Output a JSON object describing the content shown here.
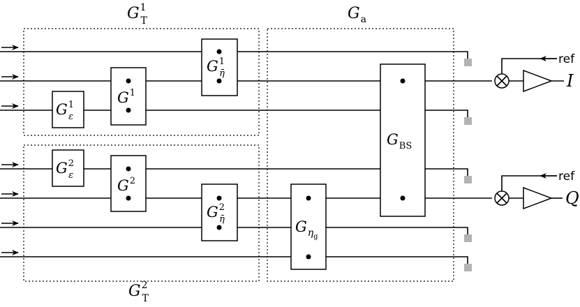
{
  "groups": {
    "transmitter1": {
      "base": "G",
      "sup": "1",
      "sub": "T"
    },
    "transmitter2": {
      "base": "G",
      "sup": "2",
      "sub": "T"
    },
    "amplifier": {
      "base": "G",
      "sub": "a"
    }
  },
  "blocks": {
    "eps1": {
      "base": "G",
      "sup": "1",
      "sub": "ε"
    },
    "eps2": {
      "base": "G",
      "sup": "2",
      "sub": "ε"
    },
    "g1": {
      "base": "G",
      "sup": "1"
    },
    "g2": {
      "base": "G",
      "sup": "2"
    },
    "eta1": {
      "base": "G",
      "sup": "1",
      "sub": "η̄"
    },
    "eta2": {
      "base": "G",
      "sup": "2",
      "sub": "η̄"
    },
    "eta_g": {
      "base": "G",
      "sub": "η",
      "subsub": "g"
    },
    "bs": {
      "base": "G",
      "sub": "BS"
    }
  },
  "outputs": {
    "ref_top": "ref",
    "ref_bottom": "ref",
    "i_label": "I",
    "q_label": "Q"
  }
}
